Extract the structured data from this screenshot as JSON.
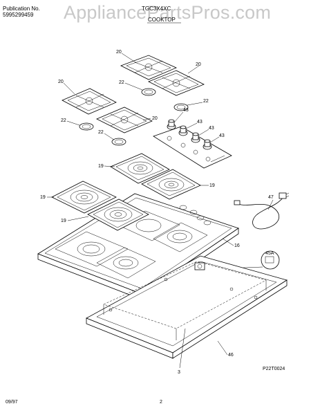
{
  "header": {
    "publication_label": "Publication No.",
    "publication_number": "5995299459",
    "model": "TGC3X4XC",
    "section_title": "COOKTOP"
  },
  "watermark": "AppliancePartsPros.com",
  "callouts": [
    "20",
    "20",
    "20",
    "20",
    "22",
    "22",
    "22",
    "22",
    "43",
    "43",
    "43",
    "43",
    "19",
    "19",
    "19",
    "19",
    "47",
    "16",
    "45A",
    "3",
    "46"
  ],
  "diagram_code": "P22T0024",
  "footer": {
    "date": "09/97",
    "page": "2"
  }
}
